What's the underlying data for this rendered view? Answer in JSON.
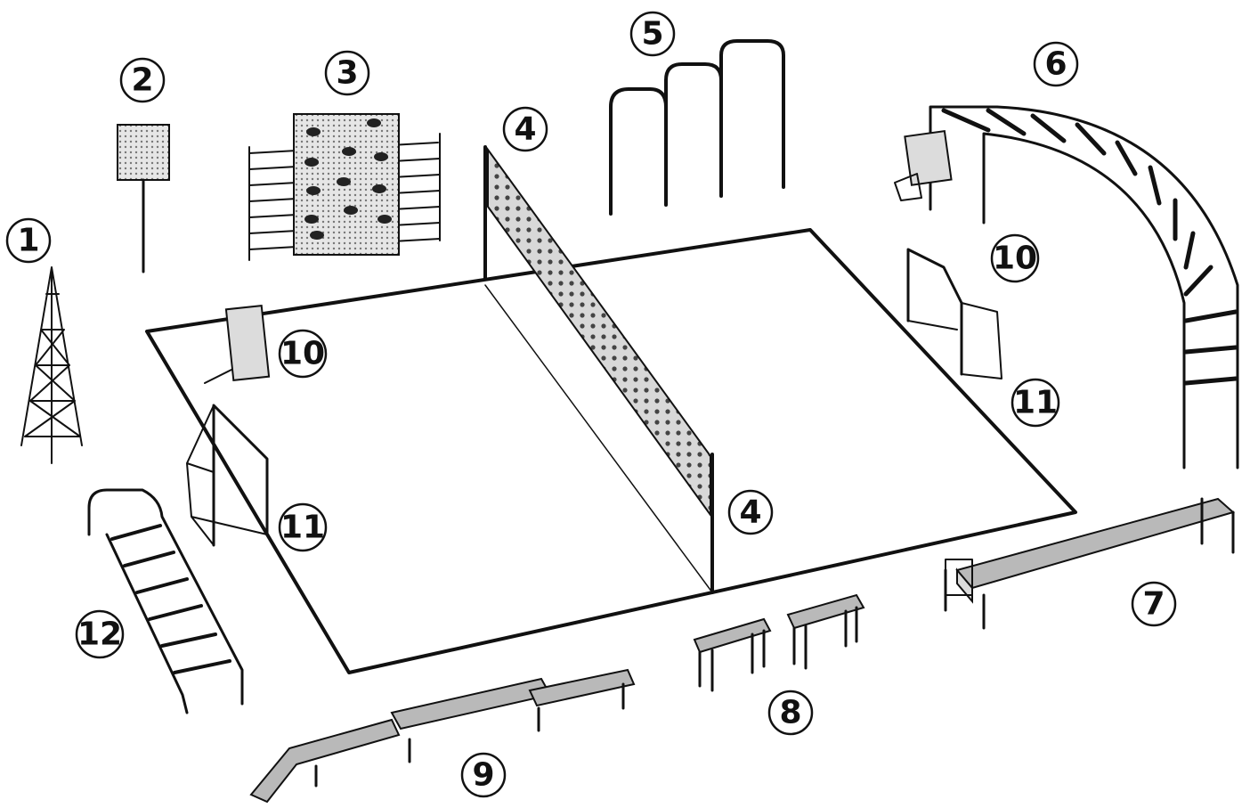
{
  "labels": [
    {
      "id": "1",
      "text": "1"
    },
    {
      "id": "2",
      "text": "2"
    },
    {
      "id": "3",
      "text": "3"
    },
    {
      "id": "4a",
      "text": "4"
    },
    {
      "id": "4b",
      "text": "4"
    },
    {
      "id": "5",
      "text": "5"
    },
    {
      "id": "6",
      "text": "6"
    },
    {
      "id": "7",
      "text": "7"
    },
    {
      "id": "8",
      "text": "8"
    },
    {
      "id": "9",
      "text": "9"
    },
    {
      "id": "10a",
      "text": "10"
    },
    {
      "id": "10b",
      "text": "10"
    },
    {
      "id": "11a",
      "text": "11"
    },
    {
      "id": "11b",
      "text": "11"
    },
    {
      "id": "12",
      "text": "12"
    }
  ]
}
